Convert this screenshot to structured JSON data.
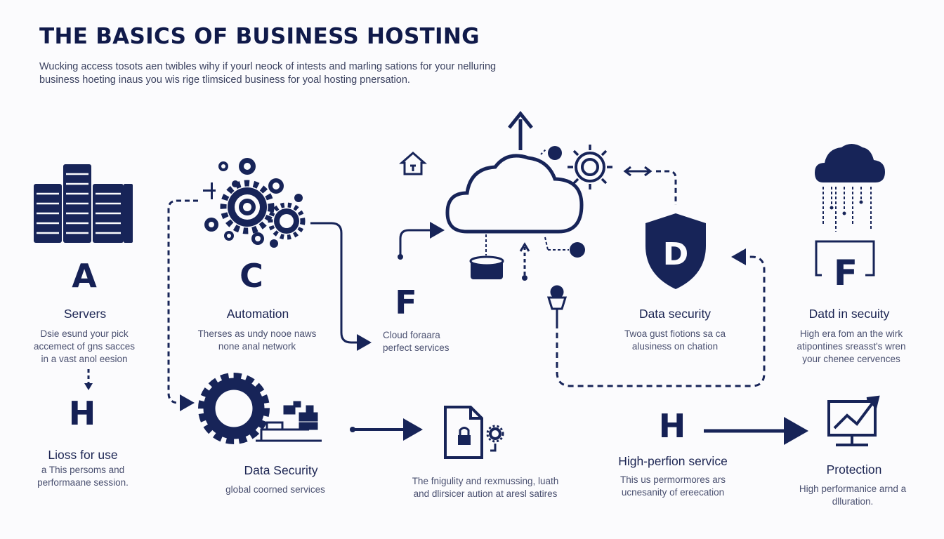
{
  "header": {
    "title": "THE BASICS OF BUSINESS HOSTING",
    "subtitle_line1": "Wucking access tosots aen twibles wihy if yourl neock of intests and marling sations for your nelluring",
    "subtitle_line2": "business hoeting inaus you wis rige tlimsiced business for yoal hosting pnersation."
  },
  "nodes": {
    "servers": {
      "icon": "server-rack-icon",
      "letter": "A",
      "label": "Servers",
      "desc": [
        "Dsie esund your pick",
        "accemect of gns sacces",
        "in a vast anol eesion"
      ]
    },
    "automation": {
      "icon": "gears-icon",
      "letter": "C",
      "label": "Automation",
      "desc": [
        "Therses as undy nooe naws",
        "none anal network"
      ]
    },
    "cloud": {
      "icon": "cloud-icon",
      "letter": "F",
      "label": "Cloud foraara",
      "desc": [
        "perfect services"
      ]
    },
    "data_security_d": {
      "icon": "shield-icon",
      "letter": "D",
      "label": "Data security",
      "desc": [
        "Twoa gust fiotions sa ca",
        "alusiness on chation"
      ]
    },
    "dated_security": {
      "icon": "cloud-rain-icon",
      "letter": "F",
      "label": "Datd in secuity",
      "desc": [
        "High era fom an the wirk",
        "atipontines sreasst's wren",
        "your chenee cervences"
      ]
    },
    "loss": {
      "letter": "H",
      "label": "Lioss for use",
      "desc": [
        "a This persoms and",
        "performaane session."
      ]
    },
    "data_security": {
      "icon": "gear-icon",
      "label": "Data Security",
      "desc": [
        "global coorned services"
      ]
    },
    "middle_doc": {
      "icon": "document-lock-icon",
      "desc": [
        "The fnigulity and rexmussing, luath",
        "and dlirsicer aution at aresl satires"
      ]
    },
    "high_perf": {
      "letter": "H",
      "label": "High-perfion service",
      "desc": [
        "This us permormores ars",
        "ucnesanity of ereecation"
      ]
    },
    "protection": {
      "icon": "monitor-chart-icon",
      "label": "Protection",
      "desc": [
        "High performanice arnd a",
        "dlluration."
      ]
    }
  },
  "colors": {
    "navy": "#172458",
    "text": "#1b2452",
    "muted": "#4a5070",
    "bg": "#fbfbfd"
  }
}
